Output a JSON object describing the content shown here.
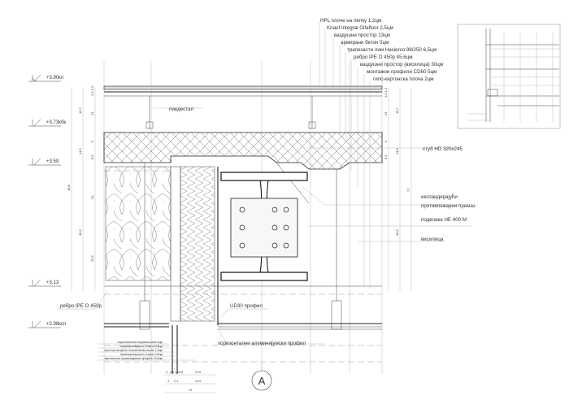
{
  "layer_labels": [
    "HPL плоче на лепку 1,2цм",
    "Knauf Integral Gifafloor 2,5цм",
    "ваздушни простор 13цм",
    "армирани бетон 5цм",
    "трапезасти лим Hacierco 98/250 6,5цм",
    "ребро IPE O 450p 45,6цм",
    "ваздушни простор (висилица) 30цм",
    "монтажни профили CD60 5цм",
    "гипс-картонска плоча 2цм"
  ],
  "right_labels": {
    "column": "стуб HD 320x245",
    "intumescent_1": "експандирајући",
    "intumescent_2": "противпожарни премаз",
    "beam": "подвлака HE 400 M",
    "hanger": "висилица"
  },
  "inner_labels": {
    "pedestal": "пиедестал",
    "rib": "ребро IPE O 450p",
    "ud_profile": "UD30 профил",
    "horizontal_profile": "хоризонтални алуминијумски профил"
  },
  "levels": [
    "+3.90кп",
    "+3.73кбк",
    "+3.59",
    "+3.13",
    "+2.98кcп"
  ],
  "left_dims": {
    "outer": "18,8",
    "mid": [
      "16,7",
      "14,5",
      "45,6"
    ],
    "inner": [
      "2,5 1,2",
      "13",
      "5",
      "6,5",
      "20",
      "25,6"
    ]
  },
  "right_dims": {
    "inner": [
      "2,5 1,2",
      "13",
      "5",
      "6,5"
    ],
    "mid": [
      "16,7",
      "14,5",
      "45,6"
    ],
    "outer": "77"
  },
  "glazing_labels": [
    "хоризонтална покривна капа 3цм",
    "термоизолационо стакло 0,8цм",
    "простор испуњен племенитим гасом 1,2цм",
    "термоизолационо стакло 0,8цм",
    "вертикални алуминијумски профил 13,5цм"
  ],
  "bottom_dims": {
    "row1": [
      "3",
      "0,8",
      "1,2",
      "0,8",
      "13,5"
    ],
    "row2": [
      "3",
      "2,4",
      "13,5"
    ],
    "row3": "19"
  },
  "section_marker": "A"
}
